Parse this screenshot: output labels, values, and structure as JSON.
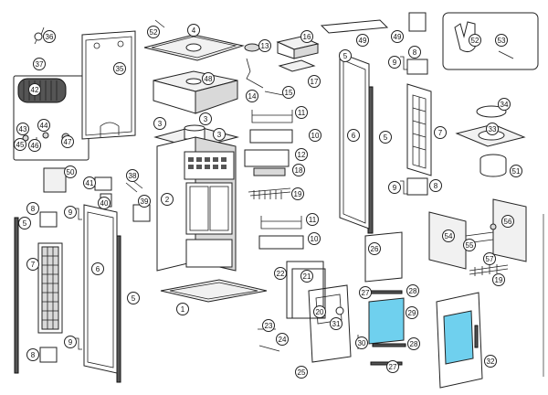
{
  "diagram": {
    "callouts": [
      "1",
      "2",
      "3",
      "3",
      "3",
      "4",
      "5",
      "5",
      "5",
      "5",
      "6",
      "6",
      "7",
      "7",
      "8",
      "8",
      "8",
      "8",
      "9",
      "9",
      "9",
      "9",
      "10",
      "10",
      "11",
      "11",
      "12",
      "13",
      "14",
      "15",
      "16",
      "17",
      "18",
      "19",
      "19",
      "20",
      "21",
      "22",
      "23",
      "24",
      "25",
      "26",
      "27",
      "27",
      "28",
      "28",
      "29",
      "30",
      "31",
      "32",
      "33",
      "34",
      "35",
      "36",
      "37",
      "38",
      "39",
      "40",
      "41",
      "42",
      "43",
      "44",
      "45",
      "46",
      "47",
      "48",
      "49",
      "49",
      "50",
      "51",
      "52",
      "52",
      "53",
      "54",
      "55",
      "56",
      "57"
    ]
  }
}
